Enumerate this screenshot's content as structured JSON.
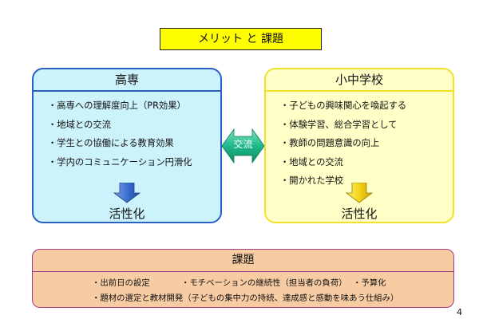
{
  "title": "メリット と 課題",
  "left_panel": {
    "heading": "高専",
    "items": [
      "・高専への理解度向上（PR効果）",
      "・地域との交流",
      "・学生との協働による教育効果",
      "・学内のコミュニケーション円滑化"
    ],
    "result": "活性化"
  },
  "right_panel": {
    "heading": "小中学校",
    "items": [
      "・子どもの興味関心を喚起する",
      "・体験学習、総合学習として",
      "・教師の問題意識の向上",
      "・地域との交流",
      "・開かれた学校"
    ],
    "result": "活性化"
  },
  "exchange_label": "交流",
  "issues": {
    "heading": "課題",
    "row1": [
      "・出前日の設定",
      "・モチベーションの継続性（担当者の負荷）",
      "・予算化"
    ],
    "row2": "・題材の選定と教材開発（子どもの集中力の持続、達成感と感動を味あう仕組み）"
  },
  "page_number": "4",
  "colors": {
    "title_bg": "#ffff00",
    "left_bg": "#ccf2fb",
    "left_border": "#2a5fc4",
    "right_bg": "#ffffc7",
    "right_border": "#f2e12a",
    "exchange_arrow": "#1fb88a",
    "issues_bg": "#f8cca3",
    "issues_border": "#a33a8a"
  }
}
